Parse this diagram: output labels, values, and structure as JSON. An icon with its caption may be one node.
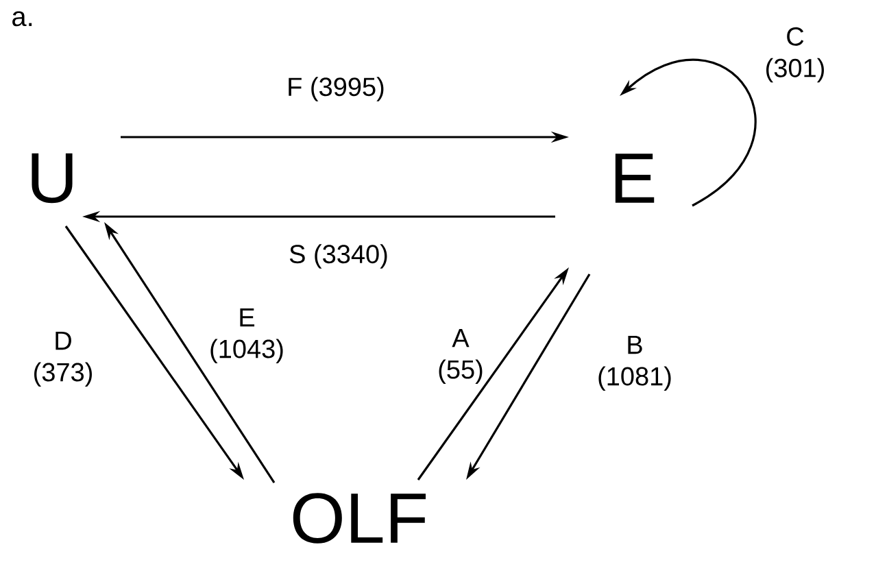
{
  "diagram": {
    "nodes": [
      {
        "text": [
          "U"
        ]
      },
      {
        "text": [
          "E"
        ]
      },
      {
        "text": [
          "OLF"
        ]
      }
    ],
    "edges": [
      {
        "from": 0,
        "to": 1,
        "arrow": "to",
        "label": "F (3995)"
      },
      {
        "from": 1,
        "to": 0,
        "arrow": "to",
        "label": "S (3340)"
      },
      {
        "from": 1,
        "to": 1,
        "arrow": "to",
        "label": "C (301)"
      },
      {
        "from": 0,
        "to": 2,
        "arrow": "to",
        "label": "D (373)"
      },
      {
        "from": 2,
        "to": 0,
        "arrow": "to",
        "label": "E (1043)"
      },
      {
        "from": 2,
        "to": 1,
        "arrow": "to",
        "label": "A (55)"
      },
      {
        "from": 1,
        "to": 2,
        "arrow": "to",
        "label": "B (1081)"
      }
    ],
    "labels": [
      "a."
    ]
  }
}
